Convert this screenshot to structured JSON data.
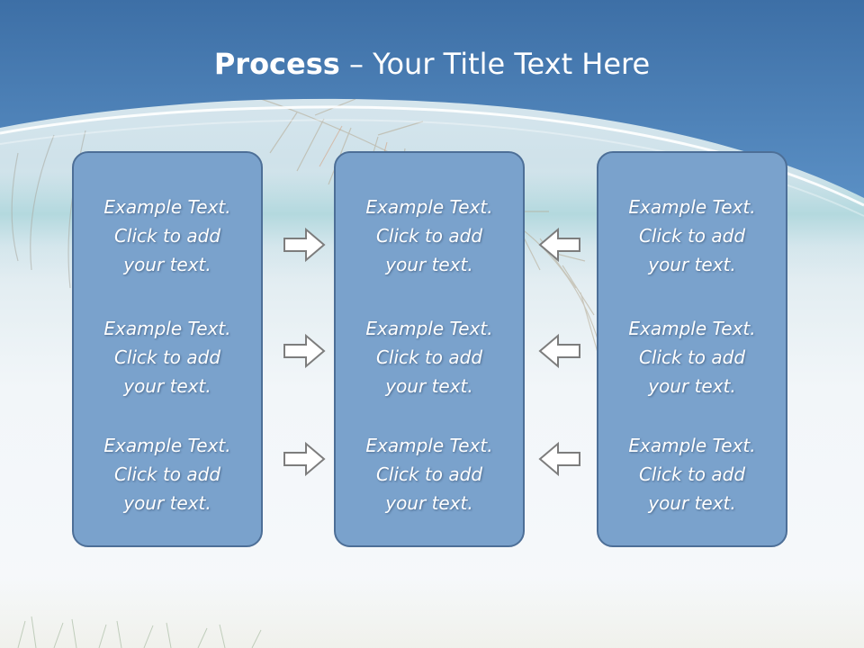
{
  "title": {
    "bold": "Process",
    "rest": " – Your Title Text Here"
  },
  "columns": [
    {
      "items": [
        [
          "Example Text.",
          "Click  to add",
          "your text."
        ],
        [
          "Example Text.",
          "Click  to add",
          "your text."
        ],
        [
          "Example Text.",
          "Click  to add",
          "your text."
        ]
      ]
    },
    {
      "items": [
        [
          "Example Text.",
          "Click  to add",
          "your text."
        ],
        [
          "Example Text.",
          "Click  to add",
          "your text."
        ],
        [
          "Example Text.",
          "Click  to add",
          "your text."
        ]
      ]
    },
    {
      "items": [
        [
          "Example Text.",
          "Click  to add",
          "your text."
        ],
        [
          "Example Text.",
          "Click  to add",
          "your text."
        ],
        [
          "Example Text.",
          "Click  to add",
          "your text."
        ]
      ]
    }
  ],
  "arrows": {
    "left": [
      "right-arrow-icon",
      "right-arrow-icon",
      "right-arrow-icon"
    ],
    "right": [
      "left-arrow-icon",
      "left-arrow-icon",
      "left-arrow-icon"
    ]
  },
  "colors": {
    "header": "#4a7fb5",
    "box_fill": "#7aa2cc",
    "box_border": "#4d6f97",
    "text": "#ffffff"
  }
}
